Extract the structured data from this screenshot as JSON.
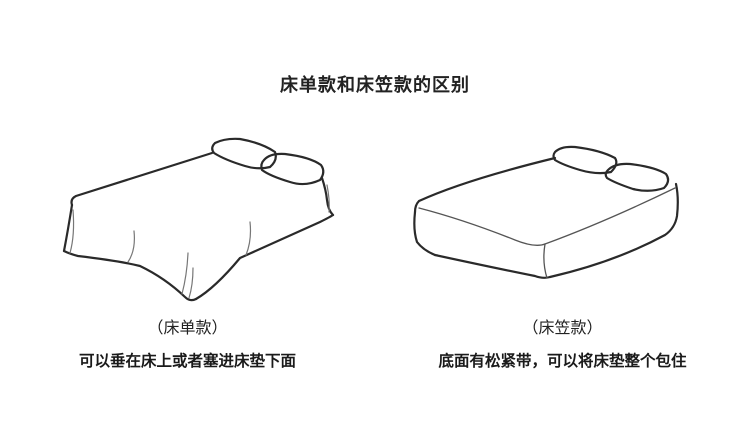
{
  "title": "床单款和床笠款的区别",
  "panels": [
    {
      "id": "flat-sheet",
      "label": "（床单款）",
      "description": "可以垂在床上或者塞进床垫下面",
      "illustration": "bed-with-flat-sheet"
    },
    {
      "id": "fitted-sheet",
      "label": "（床笠款）",
      "description": "底面有松紧带，可以将床垫整个包住",
      "illustration": "bed-with-fitted-sheet"
    }
  ],
  "colors": {
    "background": "#ffffff",
    "line": "#2a2a2a",
    "fold": "#777777",
    "text": "#1a1a1a"
  }
}
